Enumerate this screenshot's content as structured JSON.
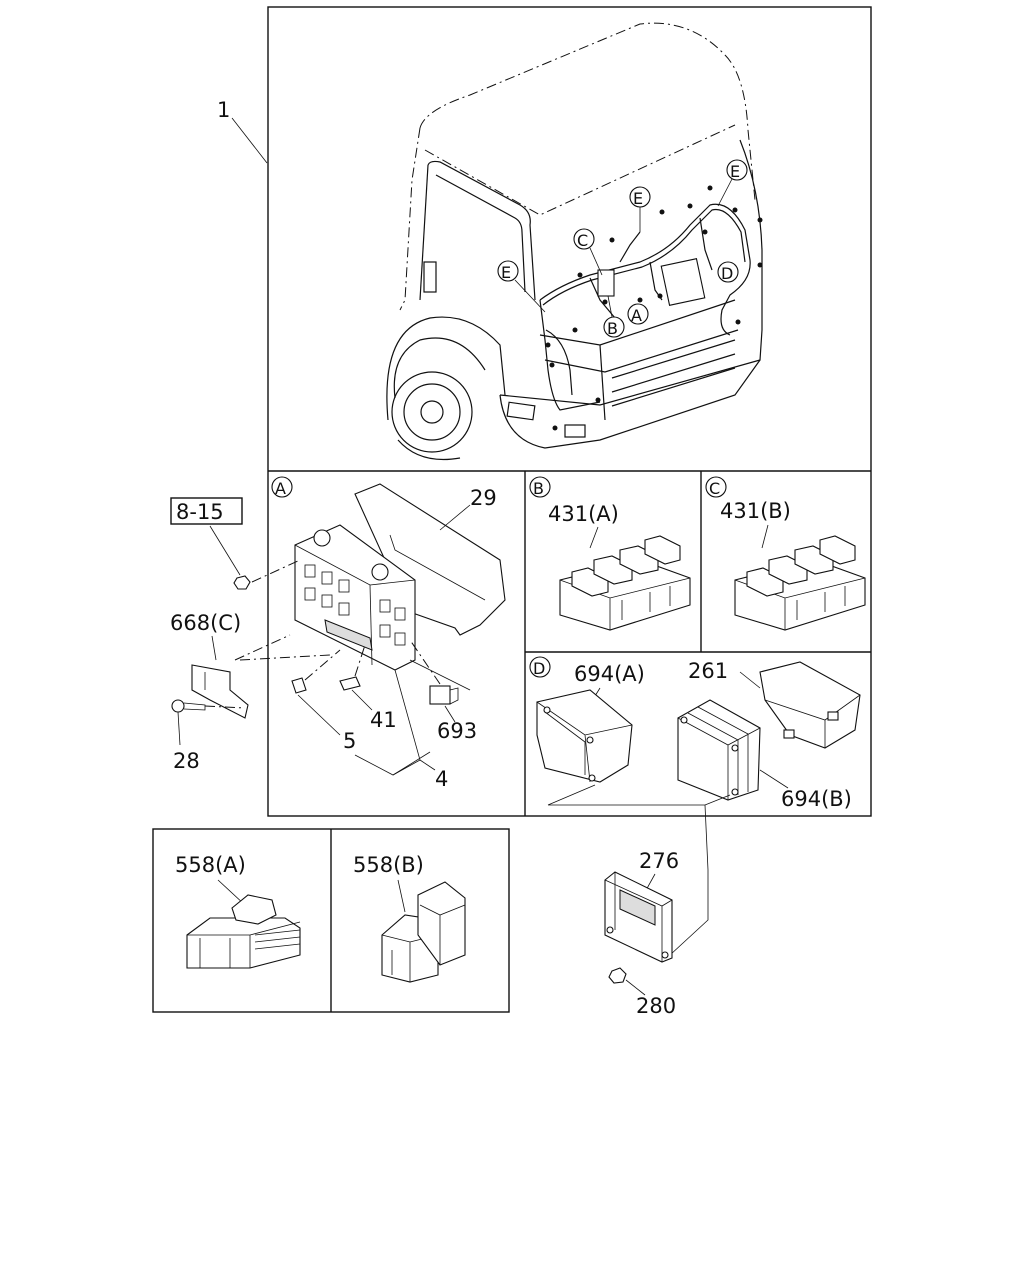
{
  "callouts": {
    "c1": "1",
    "c_8_15": "8-15",
    "c29": "29",
    "c668c": "668(C)",
    "c28": "28",
    "c5": "5",
    "c41": "41",
    "c693": "693",
    "c4": "4",
    "c431a": "431(A)",
    "c431b": "431(B)",
    "c694a": "694(A)",
    "c261": "261",
    "c694b": "694(B)",
    "c276": "276",
    "c280": "280",
    "c558a": "558(A)",
    "c558b": "558(B)"
  },
  "detail_markers": {
    "a": "A",
    "b": "B",
    "c": "C",
    "d": "D",
    "e": "E"
  }
}
